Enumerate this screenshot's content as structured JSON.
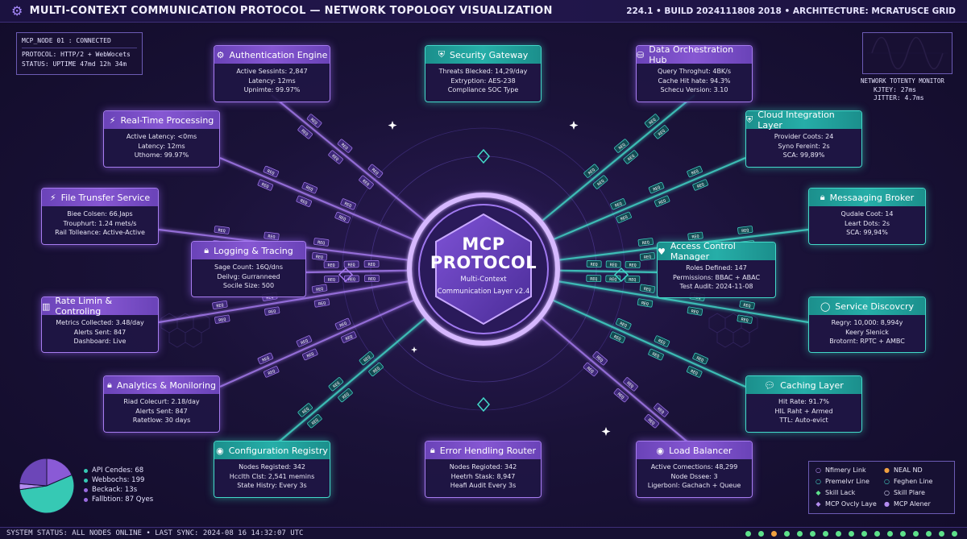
{
  "header": {
    "title": "MULTI-CONTEXT COMMUNICATION PROTOCOL — NETWORK TOPOLOGY VISUALIZATION",
    "build": "224.1 • BUILD 2024111808 2018 • ARCHITECTURE: MCRATUSCE GRID"
  },
  "node_status": {
    "line1": "MCP_NODE 01 : CONNECTED",
    "line2": "PROTOCOL: HTTP/2 + WebWocets",
    "line3": "STATUS:  UPTIME 47md 12h 34m"
  },
  "monitor": {
    "title": "NETWORK TOTENTY MONITOR",
    "kitey": "KJTEY:  27ms",
    "jitter": "JITTER:  4.7ms"
  },
  "hub": {
    "title_1": "MCP",
    "title_2": "PROTOCOL",
    "sub_1": "Multi-Context",
    "sub_2": "Communication Layer v2.4"
  },
  "cards": {
    "auth": {
      "title": "Authentication Engine",
      "rows": [
        "Active Sessints: 2,847",
        "Latency:  12ms",
        "Upnimte:  99.97%"
      ]
    },
    "security": {
      "title": "Security Gateway",
      "rows": [
        "Threats Blecked:  14,29/day",
        "Extryption:  AES-238",
        "Compliance  SOC Type"
      ]
    },
    "data": {
      "title": "Data Orchestration Hub",
      "rows": [
        "Query Throghut: 4BK/s",
        "Cache Hit hate: 94.3%",
        "Schecu Version:  3.10"
      ]
    },
    "realtime": {
      "title": "Real-Time Processing",
      "rows": [
        "Active Latency:  <0ms",
        "Latency:  12ms",
        "Uthome:  99.97%"
      ]
    },
    "cloud": {
      "title": "Cloud Integration Layer",
      "rows": [
        "Provider Coots:  24",
        "Syno Fereint:  2s",
        "SCA:  99,89%"
      ]
    },
    "file": {
      "title": "File Trunsfer Service",
      "rows": [
        "Biee Colsen:  66.Japs",
        "Trouphurt:  1.24 mets/s",
        "Rail Tolleance:  Active-Active"
      ]
    },
    "msg": {
      "title": "Messaaging Broker",
      "rows": [
        "Qudale Coot:  14",
        "Leart Dots:  2s",
        "SCA:  99,94%"
      ]
    },
    "logging": {
      "title": "Logging & Tracing",
      "rows": [
        "Sage Count:  16Q/dns",
        "Deilvg: Gurranneed",
        "Socile Size:  500"
      ]
    },
    "access": {
      "title": "Access Control Manager",
      "rows": [
        "Roles Defined:  147",
        "Permissions:  BBAC + ABAC",
        "Test Audit:  2024-11-08"
      ]
    },
    "rate": {
      "title": "Rate Limin & Controling",
      "rows": [
        "Metrics Collected:  3.48/day",
        "Alerts Sent:  847",
        "Dashboard:  Live"
      ]
    },
    "service": {
      "title": "Service Discovcry",
      "rows": [
        "Regry:  10,000:  8,994y",
        "Keery Slenick",
        "Brotornt:  RPTC + AMBC"
      ]
    },
    "analytics": {
      "title": "Analytics & Moniloring",
      "rows": [
        "Riad Colecurt:  2.18/day",
        "Alerts Sent:  847",
        "Ratetlow:  30 days"
      ]
    },
    "caching": {
      "title": "Caching Layer",
      "rows": [
        "Hit Rate:  91.7%",
        "HIL Raht + Armed",
        "TTL:  Auto-evict"
      ]
    },
    "config": {
      "title": "Configuration Registry",
      "rows": [
        "Nodes Registed:  342",
        "Hcclth Clst:  2,541 memins",
        "State Histry:  Every 3s"
      ]
    },
    "error": {
      "title": "Error Hendling Router",
      "rows": [
        "Nodes Regioted:  342",
        "Heetrh Stask:  8,947",
        "Heafi Audit  Every 3s"
      ]
    },
    "lb": {
      "title": "Load Balancer",
      "rows": [
        "Active Comections:  48,299",
        "Node Dssee:  3",
        "Ligerbonl:  Gachach + Queue"
      ]
    }
  },
  "pie_legend": [
    {
      "label": "API Cendes:  68",
      "color": "#36c9b4"
    },
    {
      "label": "Webbochs:  199",
      "color": "#36c9b4"
    },
    {
      "label": "Beckack:  13s",
      "color": "#9a6be0"
    },
    {
      "label": "Fallbtion:  87 Qyes",
      "color": "#9a6be0"
    }
  ],
  "pie_data": [
    {
      "label": "API Cendes",
      "value": 68,
      "color": "#8a5ad6"
    },
    {
      "label": "Webbochs",
      "value": 199,
      "color": "#36c9b4"
    },
    {
      "label": "Beckack",
      "value": 13,
      "color": "#b48cf0"
    },
    {
      "label": "Fallbtion",
      "value": 87,
      "color": "#6c46b8"
    }
  ],
  "legend": {
    "items": [
      {
        "label": "Nfimery Link",
        "marker": "○",
        "color": "#b48cf0"
      },
      {
        "label": "NEAL ND",
        "marker": "●",
        "color": "#f0a040"
      },
      {
        "label": "Premelvr Line",
        "marker": "○",
        "color": "#43d9c9"
      },
      {
        "label": "Feghen Line",
        "marker": "○",
        "color": "#43d9c9"
      },
      {
        "label": "Skill Lack",
        "marker": "◆",
        "color": "#5de08a"
      },
      {
        "label": "Skill Plare",
        "marker": "○",
        "color": "#e6e3ff"
      },
      {
        "label": "MCP Ovcly Laye",
        "marker": "◆",
        "color": "#b48cf0"
      },
      {
        "label": "MCP Alener",
        "marker": "●",
        "color": "#b48cf0"
      }
    ]
  },
  "footer": {
    "status": "SYSTEM STATUS: ALL NODES ONLINE • LAST SYNC: 2024-08 16 14:32:07 UTC",
    "dots": [
      "#5de08a",
      "#5de08a",
      "#f0a040",
      "#5de08a",
      "#5de08a",
      "#5de08a",
      "#5de08a",
      "#5de08a",
      "#5de08a",
      "#5de08a",
      "#5de08a",
      "#5de08a",
      "#5de08a",
      "#5de08a",
      "#5de08a",
      "#5de08a",
      "#5de08a"
    ]
  },
  "colors": {
    "purple": "#a77cf0",
    "teal": "#43d9c9",
    "hub_ring": "#c9a6ff"
  },
  "tag_label": "REQ"
}
